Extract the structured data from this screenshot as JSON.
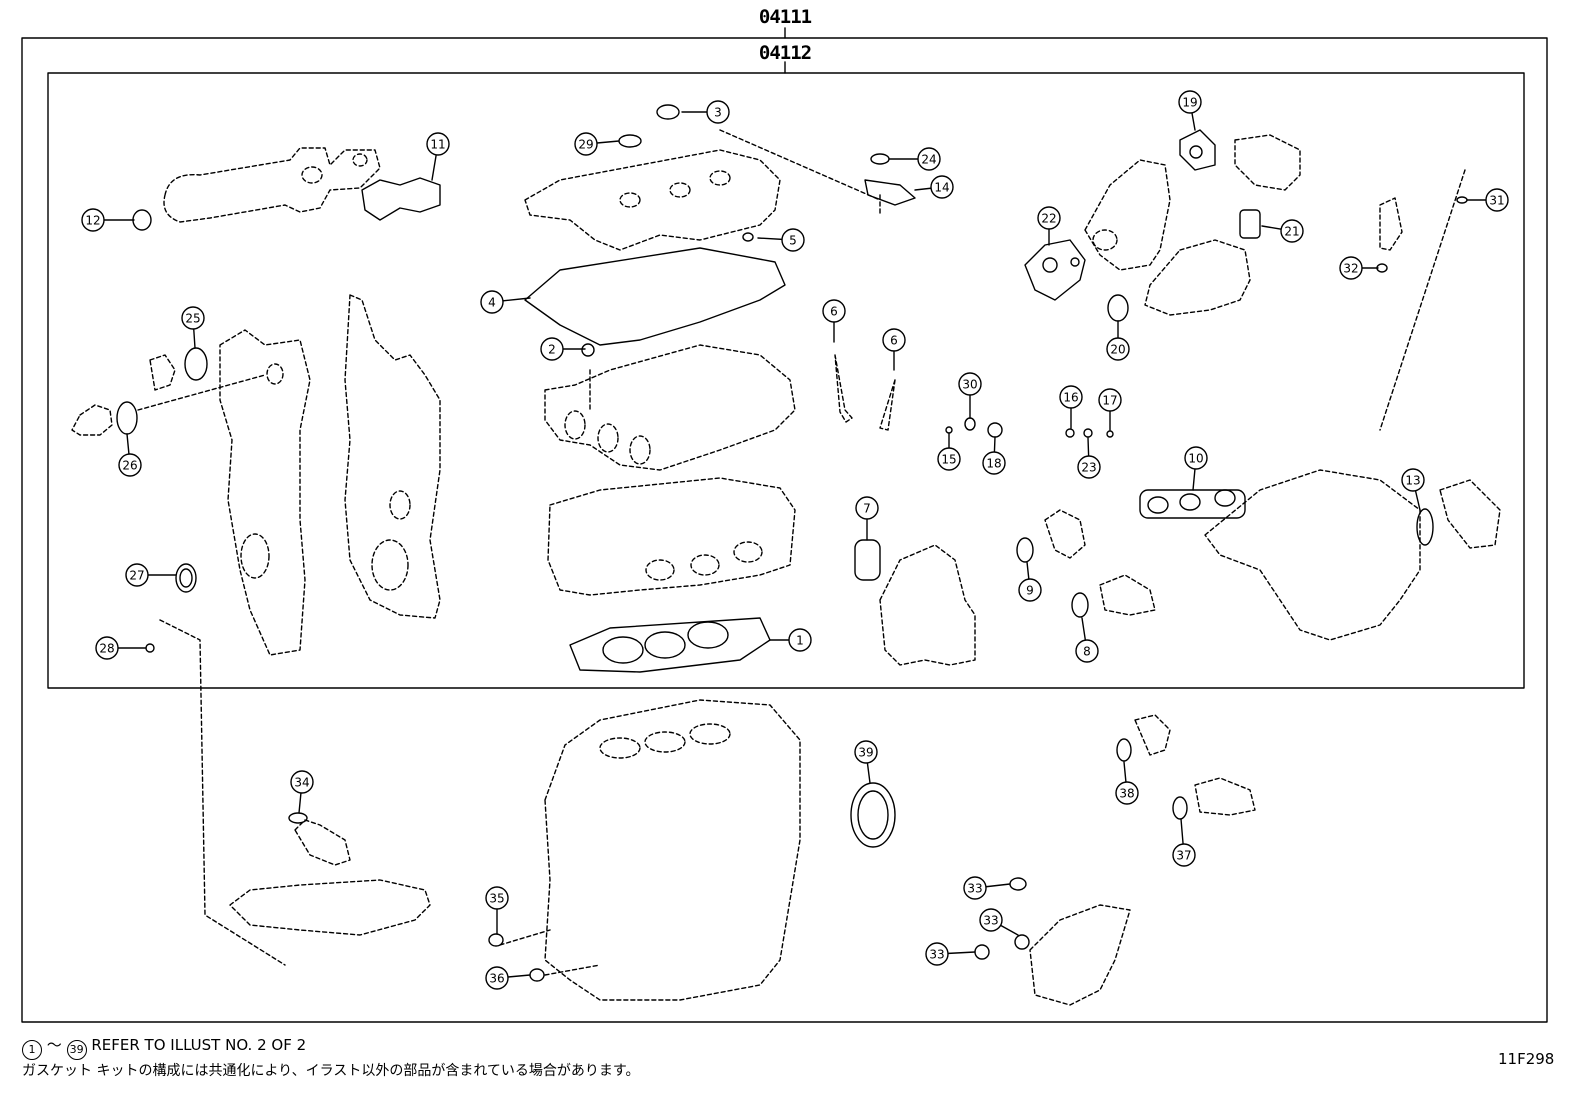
{
  "header": {
    "kit_code_outer": "04111",
    "kit_code_inner": "04112"
  },
  "callouts": [
    "1",
    "2",
    "3",
    "4",
    "5",
    "6",
    "6",
    "7",
    "8",
    "9",
    "10",
    "11",
    "12",
    "13",
    "14",
    "15",
    "16",
    "17",
    "18",
    "19",
    "20",
    "21",
    "22",
    "23",
    "24",
    "25",
    "26",
    "27",
    "28",
    "29",
    "30",
    "31",
    "32",
    "33",
    "33",
    "33",
    "34",
    "35",
    "36",
    "37",
    "38",
    "39"
  ],
  "footer": {
    "range_start": "1",
    "range_tilde": "～",
    "range_end": "39",
    "note_en": "REFER TO ILLUST NO. 2 OF 2",
    "note_jp": "ガスケット キットの構成には共通化により、イラスト以外の部品が含まれている場合があります。",
    "diagram_id": "11F298"
  }
}
